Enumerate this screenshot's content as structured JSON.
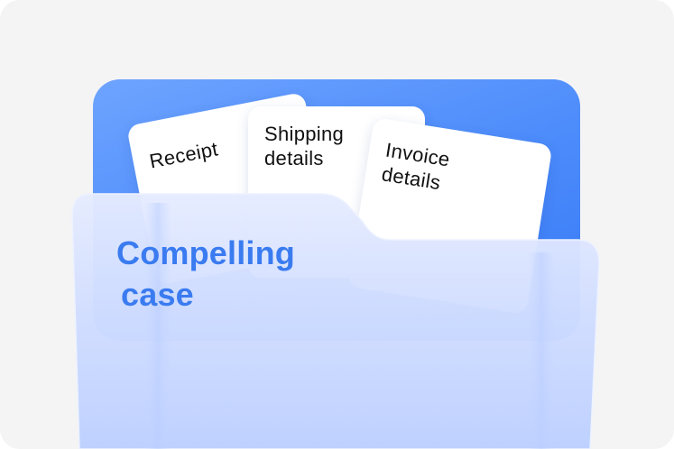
{
  "illustration": {
    "background_color": "#f4f4f4",
    "folder_back_color": "#4d8cfb",
    "folder_front_color": "#d4e0ff",
    "title_color": "#3a7bf0",
    "folder_label": {
      "line1": "Compelling",
      "line2": "case"
    },
    "documents": [
      {
        "line1": "Receipt",
        "line2": ""
      },
      {
        "line1": "Shipping",
        "line2": "details"
      },
      {
        "line1": "Invoice",
        "line2": "details"
      }
    ]
  }
}
